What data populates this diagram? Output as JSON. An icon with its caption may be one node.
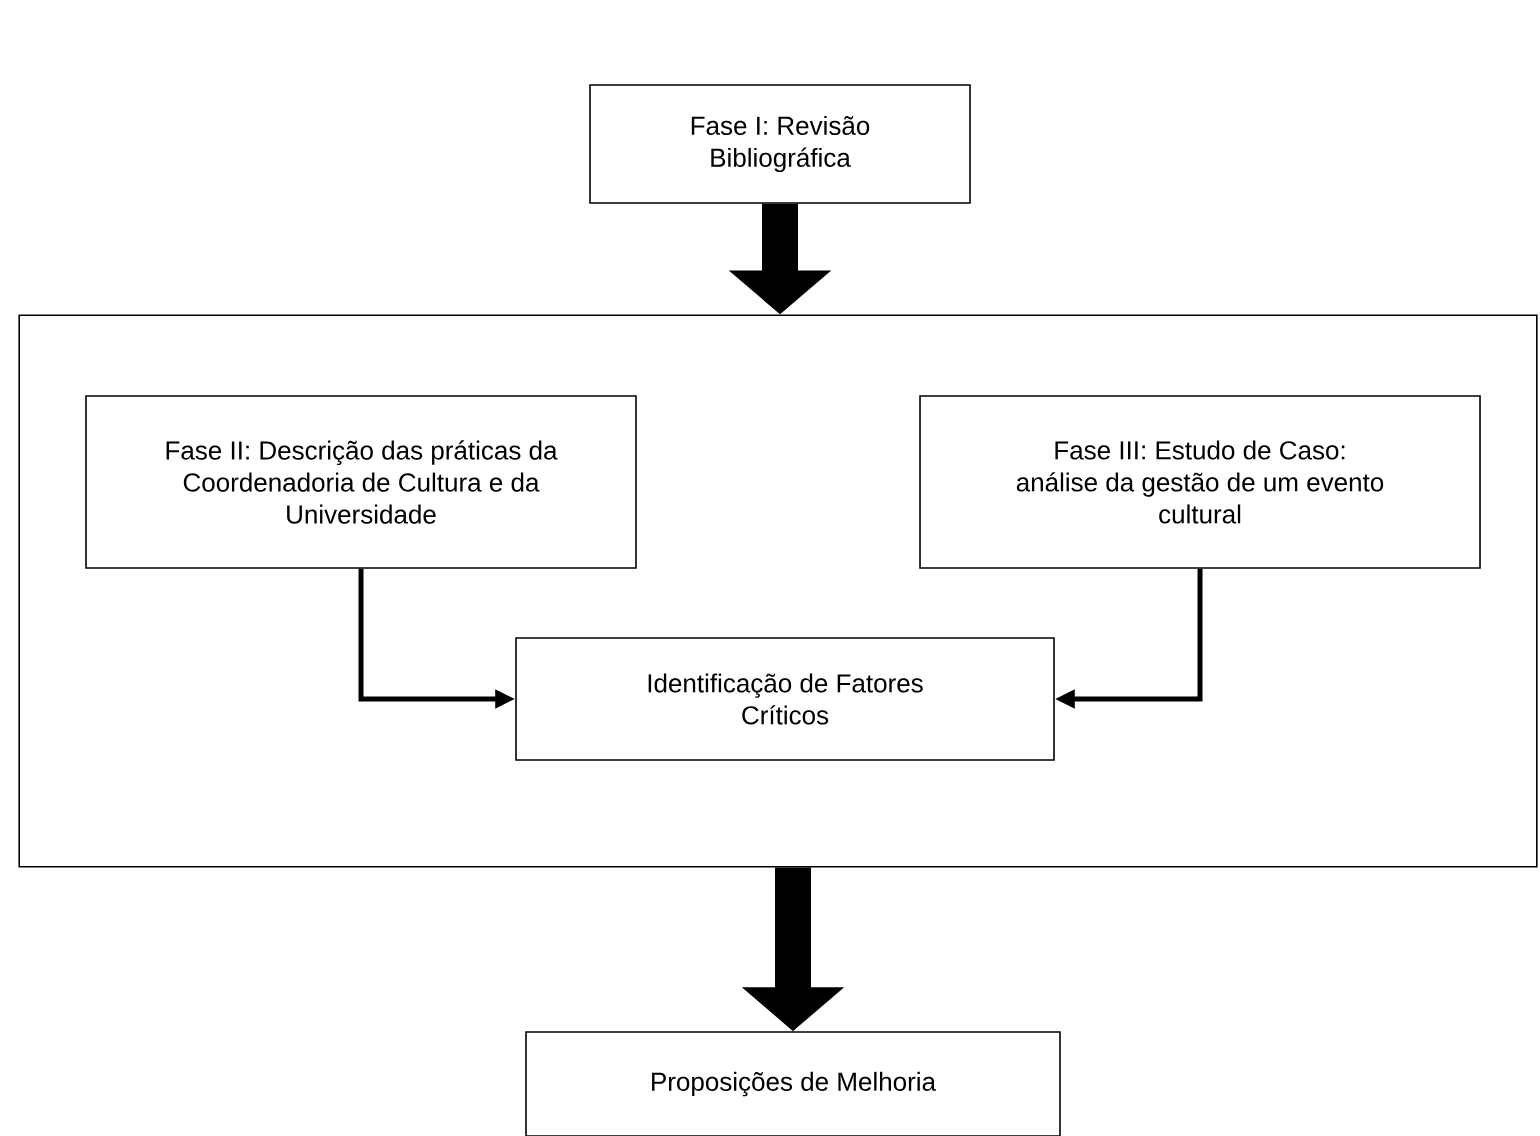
{
  "diagram": {
    "nodes": [
      {
        "text": [
          "Fase I: Revisão Bibliográfica"
        ]
      },
      {
        "text": [],
        "shape": "box"
      },
      {
        "text": [
          "Fase II: Descrição das práticas da Coordenadoria de Cultura e da Universidade"
        ],
        "in": 1
      },
      {
        "text": [
          "Fase III: Estudo de Caso: análise da gestão de um evento cultural"
        ],
        "in": 1
      },
      {
        "text": [
          "Identificação de Fatores Críticos"
        ],
        "in": 1
      },
      {
        "text": [
          "Proposições de Melhoria"
        ]
      }
    ],
    "edges": [
      {
        "from": 0,
        "to": 1,
        "arrow": "to",
        "style": "thick"
      },
      {
        "from": 2,
        "to": 4,
        "arrow": "to"
      },
      {
        "from": 3,
        "to": 4,
        "arrow": "to"
      },
      {
        "from": 1,
        "to": 5,
        "arrow": "to",
        "style": "thick"
      }
    ]
  }
}
